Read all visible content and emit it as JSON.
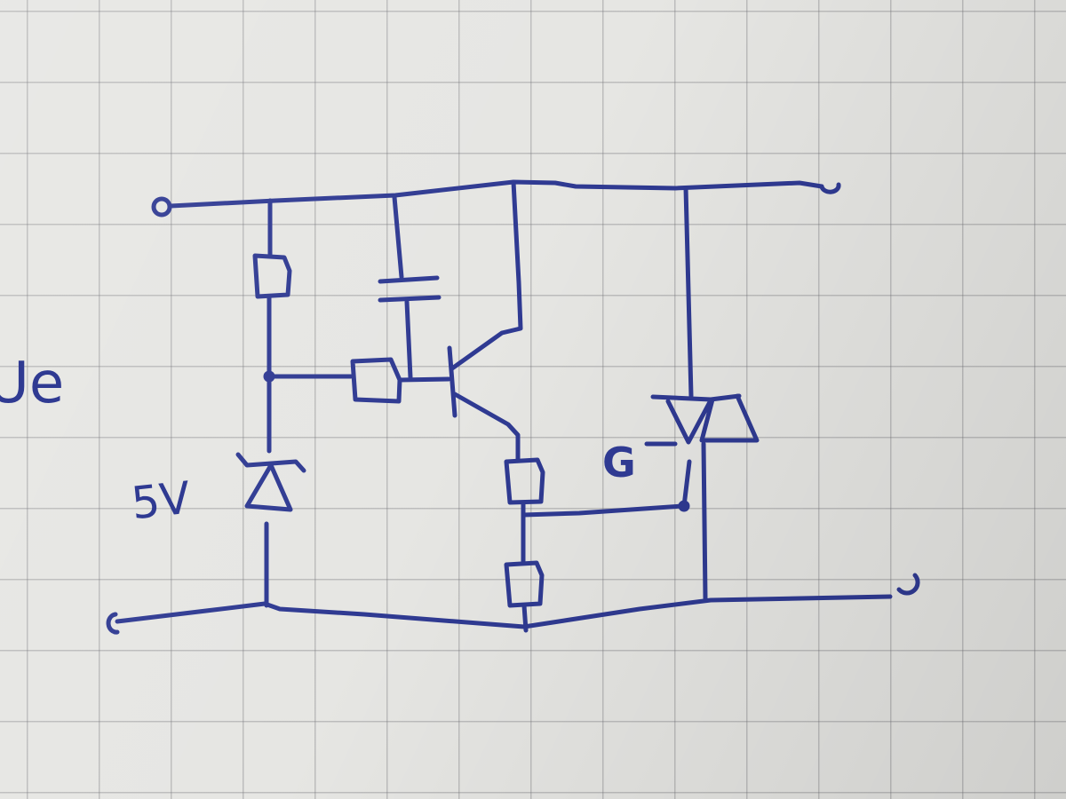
{
  "labels": {
    "zener_voltage": "5V",
    "gate": "G",
    "input_partial": "Ue"
  },
  "colors": {
    "ink": "#2f3a92",
    "paper": "#e6e6e3",
    "grid": "#7d7d82"
  }
}
